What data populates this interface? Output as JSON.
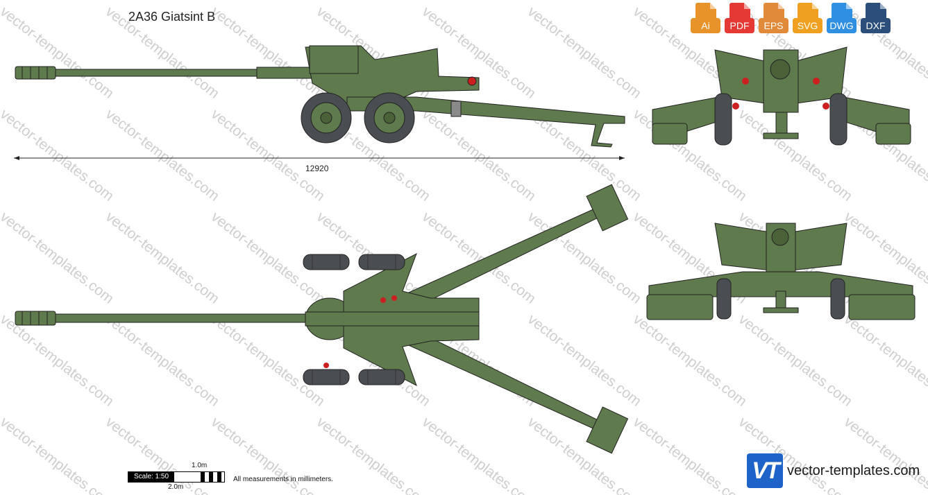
{
  "title": "2A36 Giatsint B",
  "watermark_text": "vector-templates.com",
  "formats": [
    {
      "label": "Ai",
      "color": "#e8932a"
    },
    {
      "label": "PDF",
      "color": "#e53935"
    },
    {
      "label": "EPS",
      "color": "#e08a3a"
    },
    {
      "label": "SVG",
      "color": "#f0a020"
    },
    {
      "label": "DWG",
      "color": "#2f8fe0"
    },
    {
      "label": "DXF",
      "color": "#2b4e7a"
    }
  ],
  "dimension_label": "12920",
  "scale": {
    "label": "Scale: 1:50",
    "one_meter": "1.0m",
    "two_meter": "2.0m",
    "note": "All measurements in millimeters."
  },
  "logo_text": "VT",
  "site_name": "vector-templates.com",
  "colors": {
    "olive": "#5f7a4c",
    "olive_dark": "#4b6238",
    "tire": "#4a4e52",
    "red": "#cc1f1f"
  }
}
